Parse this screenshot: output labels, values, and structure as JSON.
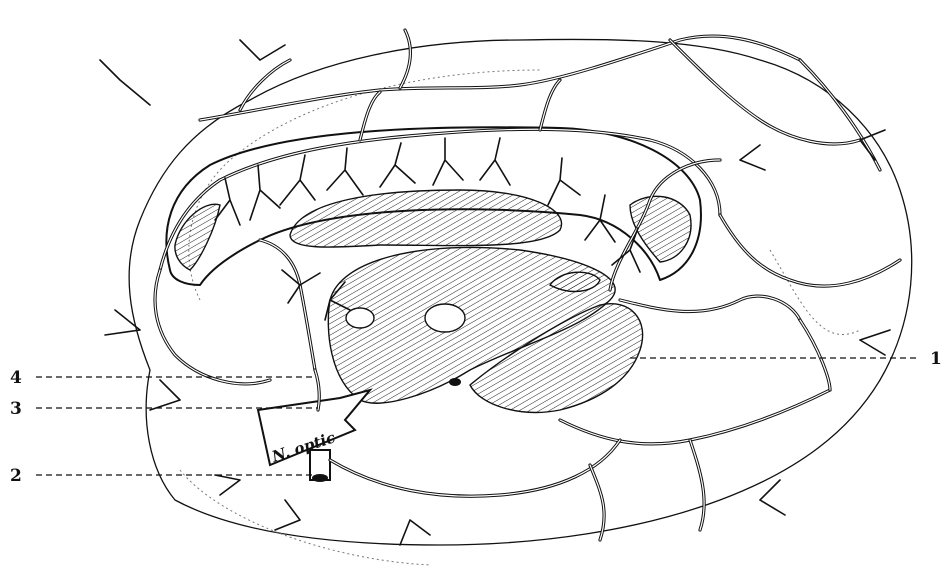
{
  "labels": {
    "optic_nerve": "N. optic",
    "marker_1": "1",
    "marker_2": "2",
    "marker_3": "3",
    "marker_4": "4"
  },
  "colors": {
    "ink": "#111111",
    "background": "#ffffff"
  }
}
